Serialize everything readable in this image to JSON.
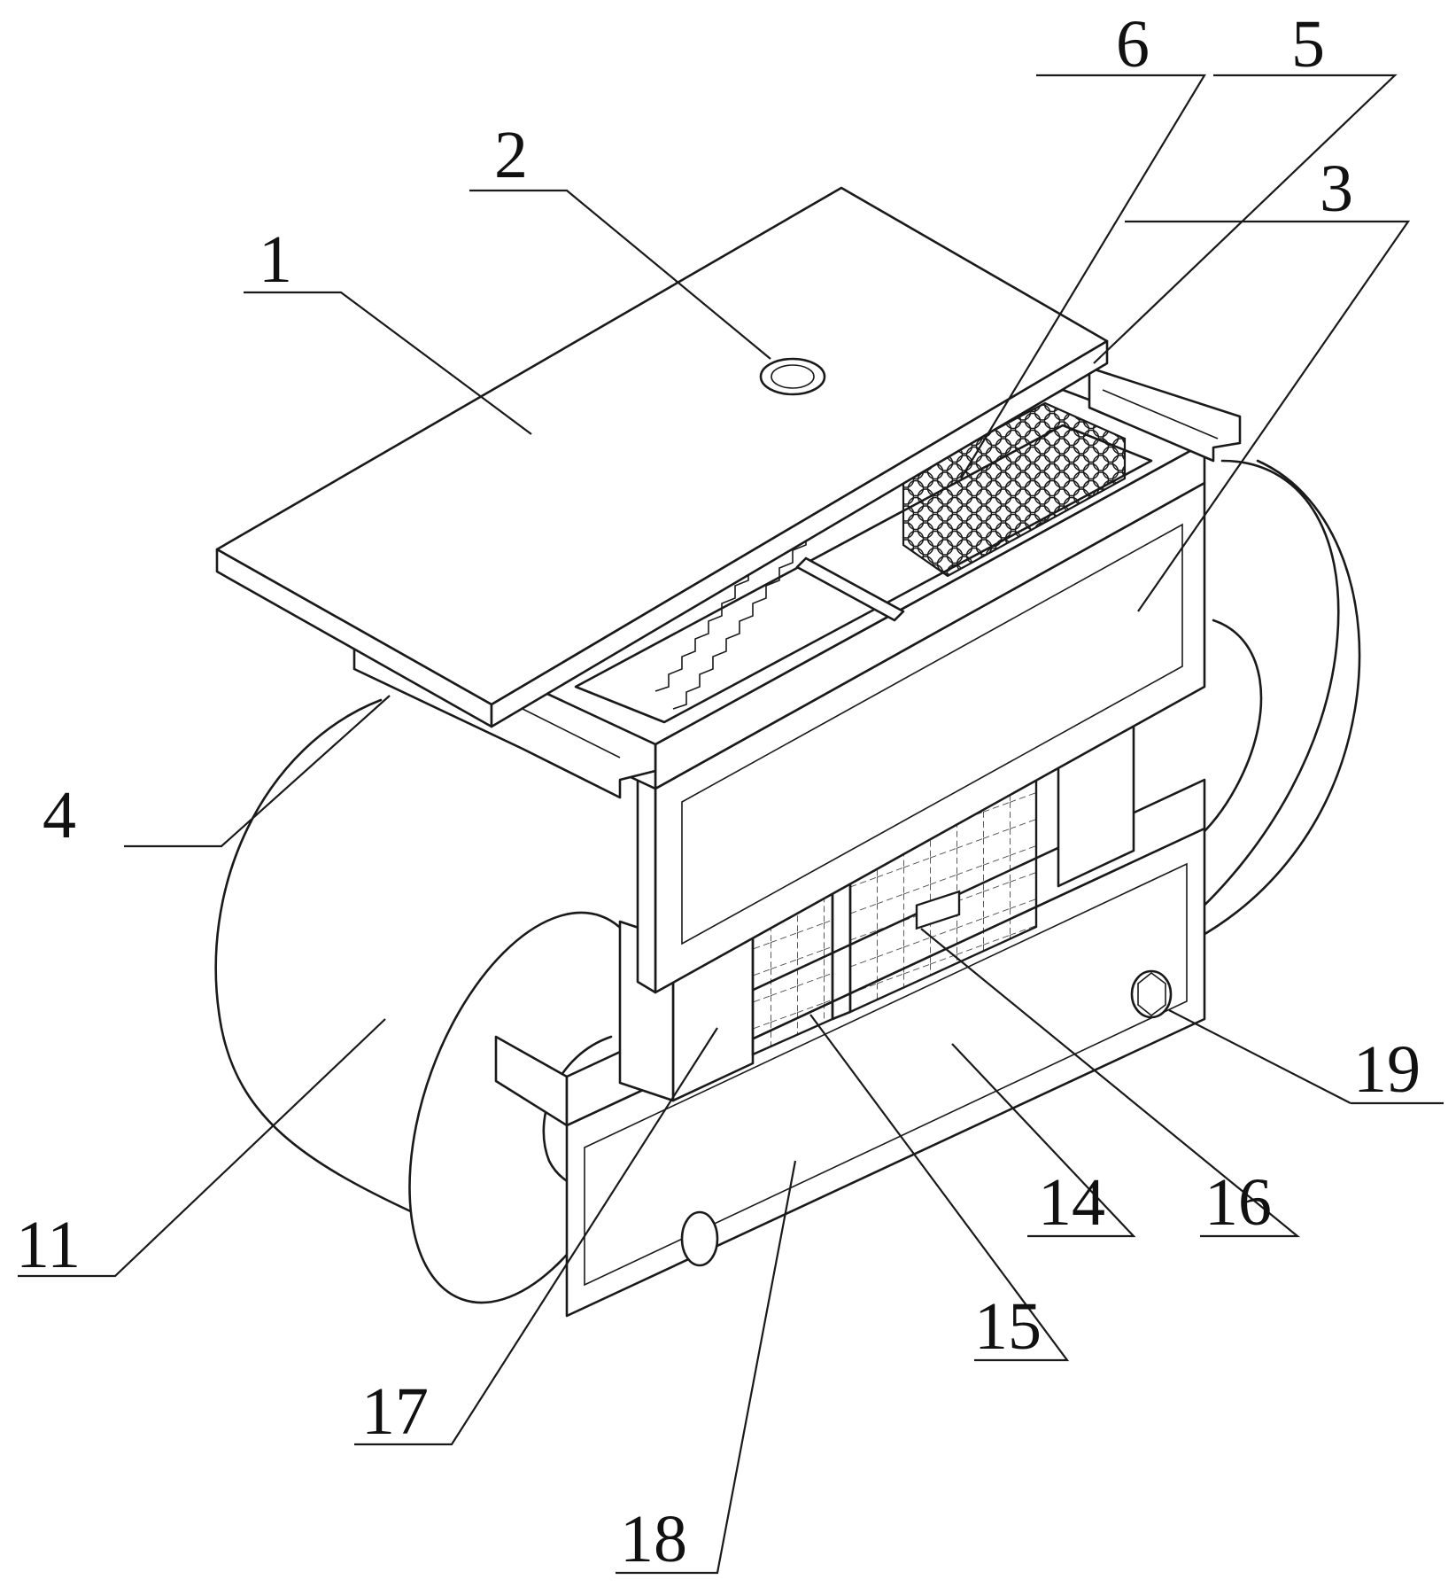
{
  "callouts": [
    {
      "id": "c1",
      "label": "1"
    },
    {
      "id": "c2",
      "label": "2"
    },
    {
      "id": "c3",
      "label": "3"
    },
    {
      "id": "c4",
      "label": "4"
    },
    {
      "id": "c5",
      "label": "5"
    },
    {
      "id": "c6",
      "label": "6"
    },
    {
      "id": "c11",
      "label": "11"
    },
    {
      "id": "c14",
      "label": "14"
    },
    {
      "id": "c15",
      "label": "15"
    },
    {
      "id": "c16",
      "label": "16"
    },
    {
      "id": "c17",
      "label": "17"
    },
    {
      "id": "c18",
      "label": "18"
    },
    {
      "id": "c19",
      "label": "19"
    }
  ],
  "colors": {
    "line": "#1a1a1a",
    "background": "#ffffff"
  }
}
